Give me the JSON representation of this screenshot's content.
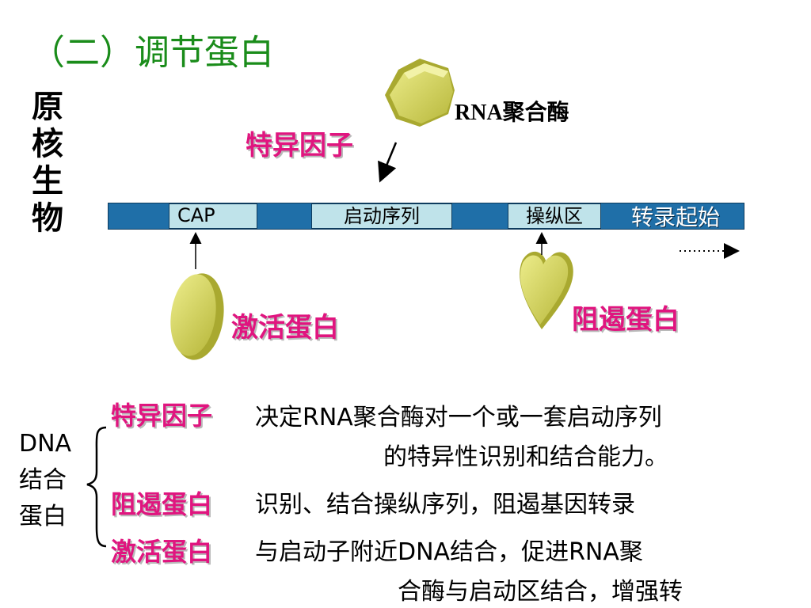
{
  "title": "（二）调节蛋白",
  "vertical_label": [
    "原",
    "核",
    "生",
    "物"
  ],
  "diagram": {
    "rna_polymerase_label": "RNA聚合酶",
    "specific_factor_label": "特异因子",
    "activator_label": "激活蛋白",
    "repressor_label": "阻遏蛋白",
    "segments": {
      "cap": "CAP",
      "promoter": "启动序列",
      "operator": "操纵区",
      "transcription_start": "转录起始"
    }
  },
  "definitions": {
    "group_label_lines": [
      "DNA",
      "结合",
      "蛋白"
    ],
    "items": [
      {
        "term": "特异因子",
        "lines": [
          "决定RNA聚合酶对一个或一套启动序列",
          "的特异性识别和结合能力。"
        ]
      },
      {
        "term": "阻遏蛋白",
        "lines": [
          "识别、结合操纵序列，阻遏基因转录"
        ]
      },
      {
        "term": "激活蛋白",
        "lines": [
          "与启动子附近DNA结合，促进RNA聚",
          "合酶与启动区结合，增强转"
        ]
      }
    ]
  },
  "colors": {
    "title_green": "#1a8c1a",
    "label_pink": "#e0157f",
    "dna_blue": "#1f6fa8",
    "segment_light": "#bfe3ea",
    "protein_yellow": "#d6d65a"
  }
}
